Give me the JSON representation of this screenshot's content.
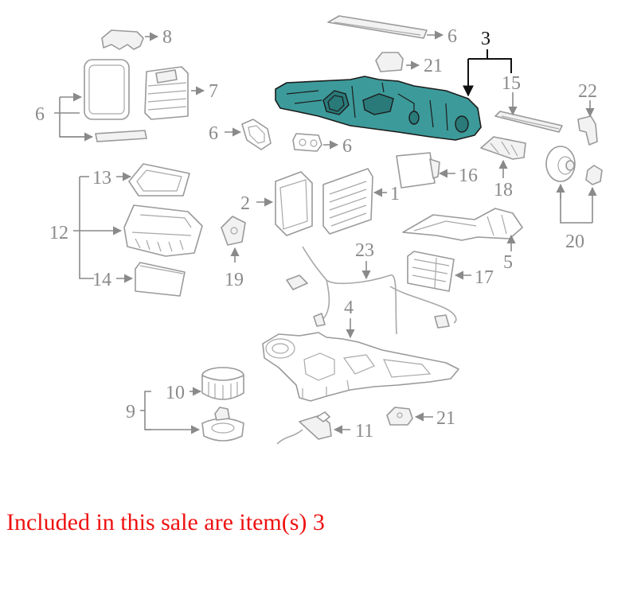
{
  "caption": "Included in this sale are item(s) 3",
  "caption_color": "#ee1111",
  "highlight_color": "#3d9a9a",
  "labels": {
    "n1": "1",
    "n2": "2",
    "n3": "3",
    "n4": "4",
    "n5": "5",
    "n6a": "6",
    "n6b": "6",
    "n6c": "6",
    "n6d": "6",
    "n7": "7",
    "n8": "8",
    "n9": "9",
    "n10": "10",
    "n11": "11",
    "n12": "12",
    "n13": "13",
    "n14": "14",
    "n15": "15",
    "n16": "16",
    "n17": "17",
    "n18": "18",
    "n19": "19",
    "n20": "20",
    "n21a": "21",
    "n21b": "21",
    "n22": "22",
    "n23": "23"
  }
}
